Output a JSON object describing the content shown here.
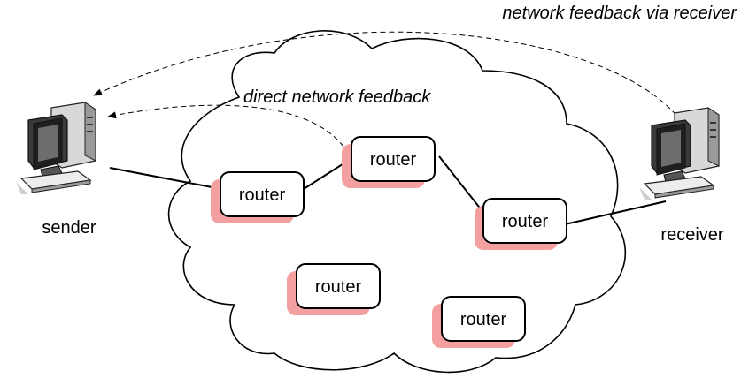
{
  "diagram": {
    "annotations": {
      "network_feedback_via_receiver": "network feedback via receiver",
      "direct_network_feedback": "direct network feedback"
    },
    "hosts": {
      "sender": {
        "label": "sender"
      },
      "receiver": {
        "label": "receiver"
      }
    },
    "routers": [
      {
        "label": "router",
        "on_path": true
      },
      {
        "label": "router",
        "on_path": true
      },
      {
        "label": "router",
        "on_path": true
      },
      {
        "label": "router",
        "on_path": false
      },
      {
        "label": "router",
        "on_path": false
      }
    ],
    "colors": {
      "router_shadow": "#f4a0a0",
      "router_fill": "#ffffff",
      "stroke": "#000000",
      "computer_body": "#dcdcdc",
      "computer_dark": "#2a2a2a",
      "computer_screen": "#6e6e6e"
    }
  }
}
